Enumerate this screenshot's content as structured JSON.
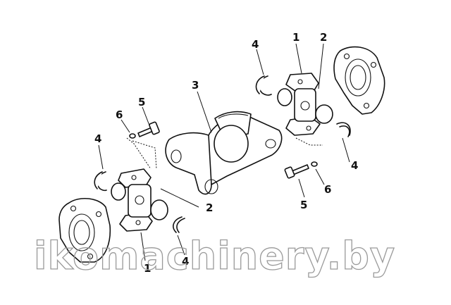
{
  "callouts": {
    "c1_top": "1",
    "c2_top": "2",
    "c4_top": "4",
    "c3": "3",
    "c5_top": "5",
    "c6_top": "6",
    "c4_left": "4",
    "c2_mid": "2",
    "c4_right": "4",
    "c6_bottom": "6",
    "c5_bottom": "5",
    "c1_bottom": "1",
    "c4_bottom": "4"
  },
  "watermark": "ikomachinery.by",
  "colors": {
    "ink": "#111111",
    "watermark": "#9a9a9a",
    "background": "#ffffff"
  }
}
